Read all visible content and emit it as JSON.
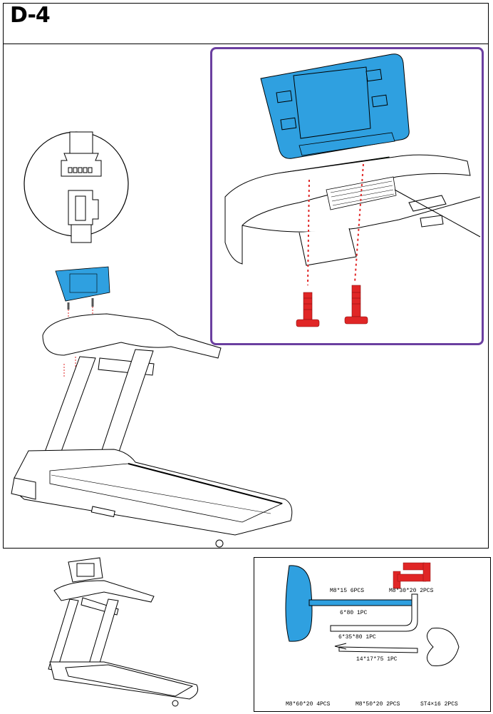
{
  "step": {
    "title": "D-4"
  },
  "colors": {
    "console": "#2fa0e0",
    "bracket": "#3ec23e",
    "screw": "#e02626",
    "frame": "#6b3fa0",
    "tool": "#2fa0e0"
  },
  "parts": {
    "screw_m8x15": "M8*15  6PCS",
    "screw_m8x30": "M8*30*20  2PCS",
    "wrench_6x80": "6*80  1PC",
    "wrench_6x35x80": "6*35*80  1PC",
    "spanner_14x17x75": "14*17*75  1PC",
    "screw_m8x60": "M8*60*20  4PCS",
    "screw_m8x50": "M8*50*20  2PCS",
    "screw_st4x16": "ST4×16  2PCS"
  }
}
